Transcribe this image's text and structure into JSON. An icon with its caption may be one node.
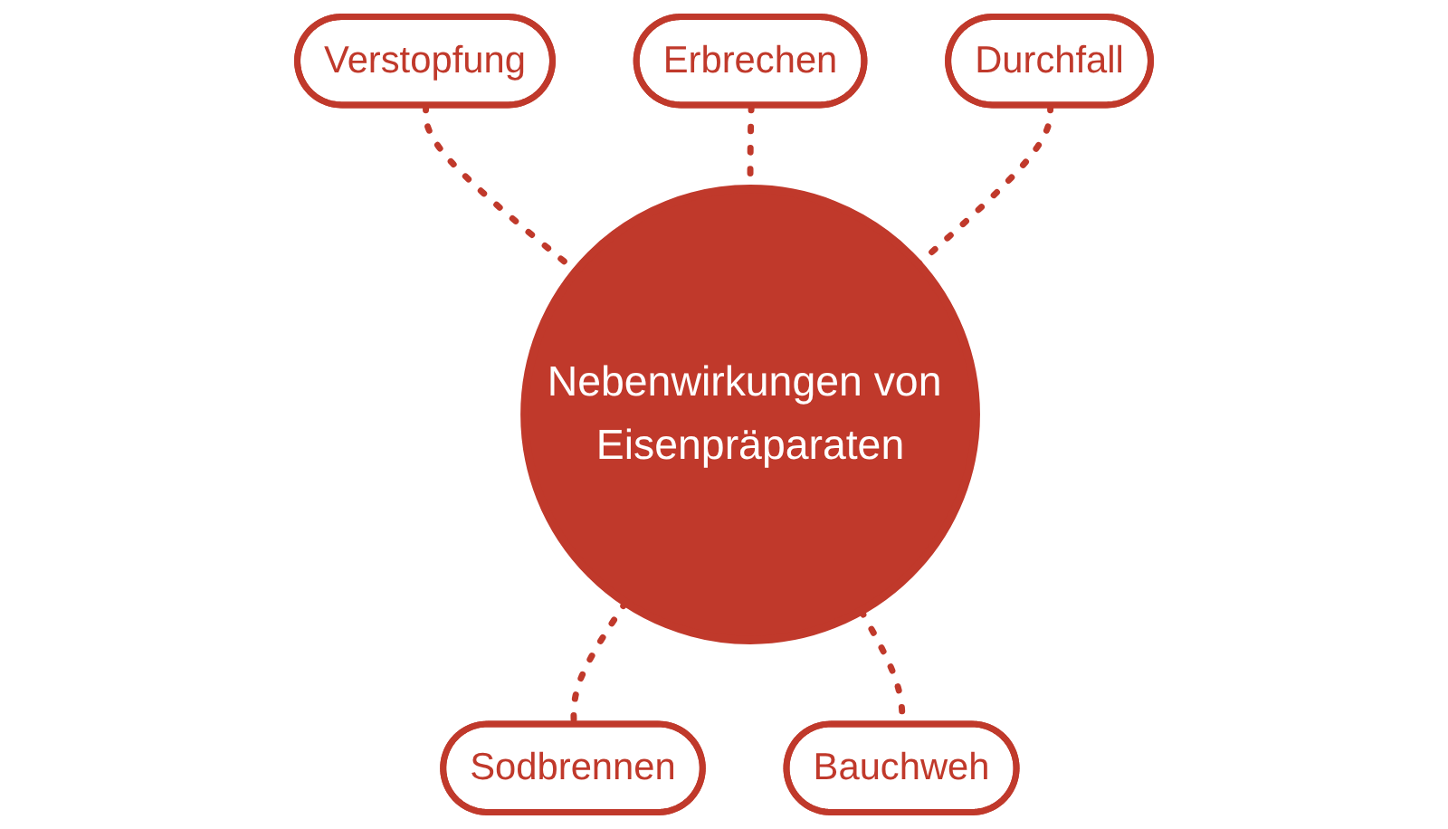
{
  "diagram": {
    "nodes": [
      {
        "text": [
          "Verstopfung"
        ]
      },
      {
        "text": [
          "Erbrechen"
        ]
      },
      {
        "text": [
          "Durchfall"
        ]
      },
      {
        "text": [
          "Nebenwirkungen von Eisenpräparaten"
        ]
      },
      {
        "text": [
          "Sodbrennen"
        ]
      },
      {
        "text": [
          "Bauchweh"
        ]
      }
    ],
    "edges": [
      {
        "from": 0,
        "to": 3,
        "arrow": "none",
        "style": "dashed",
        "color": "#c0392b"
      },
      {
        "from": 1,
        "to": 3,
        "arrow": "none",
        "style": "dashed",
        "color": "#c0392b"
      },
      {
        "from": 2,
        "to": 3,
        "arrow": "none",
        "style": "dashed",
        "color": "#c0392b"
      },
      {
        "from": 3,
        "to": 4,
        "arrow": "none",
        "style": "dashed",
        "color": "#c0392b"
      },
      {
        "from": 3,
        "to": 5,
        "arrow": "none",
        "style": "dashed",
        "color": "#c0392b"
      }
    ]
  }
}
